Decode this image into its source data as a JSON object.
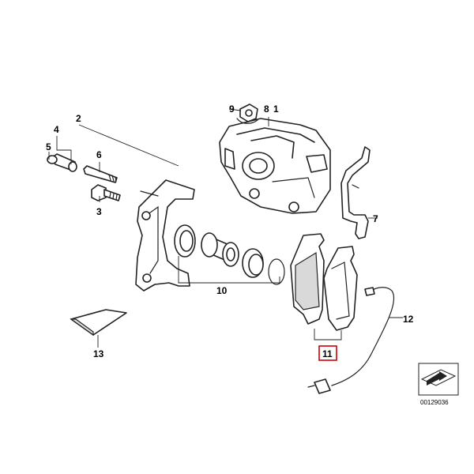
{
  "diagram": {
    "callouts": {
      "c1": "1",
      "c2": "2",
      "c3": "3",
      "c4": "4",
      "c5": "5",
      "c6": "6",
      "c7": "7",
      "c8": "8",
      "c9": "9",
      "c10": "10",
      "c11": "11",
      "c12": "12",
      "c13": "13"
    },
    "highlighted_callout": "11",
    "highlight_color": "#cc0000",
    "reference_number": "00129036",
    "orientation_icon": "direction-arrow-icon"
  }
}
